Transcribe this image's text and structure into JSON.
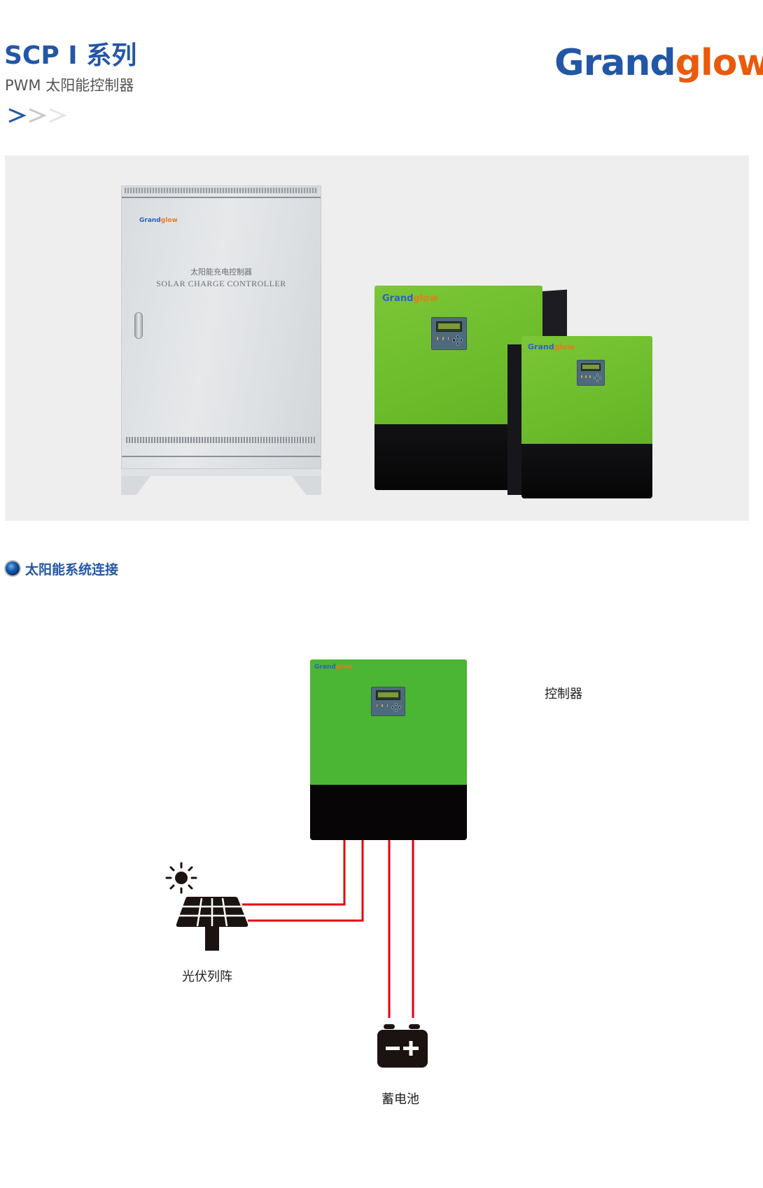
{
  "header": {
    "title": "SCP Ⅰ 系列",
    "subtitle": "PWM 太阳能控制器",
    "arrow_icons": [
      "chevron-right-icon",
      "chevron-right-icon",
      "chevron-right-icon"
    ],
    "arrow_colors": [
      "#2356a6",
      "#c8c8c8",
      "#e6e6e6"
    ]
  },
  "logo": {
    "part1": "Grand",
    "part2": "glow",
    "registered": "®",
    "color1": "#2356a6",
    "color2": "#ea5a0c"
  },
  "product_photo": {
    "cabinet": {
      "brand1": "Grand",
      "brand2": "glow",
      "label_cn": "太阳能充电控制器",
      "label_en": "SOLAR CHARGE CONTROLLER"
    },
    "wall_units": {
      "brand1": "Grand",
      "brand2": "glow"
    },
    "background": "#eeeeee"
  },
  "section": {
    "title": "太阳能系统连接",
    "icon": "bullet-sphere-icon",
    "color": "#2356a6"
  },
  "diagram": {
    "controller": {
      "label": "控制器",
      "brand1": "Grand",
      "brand2": "glow",
      "green": "#4bb534",
      "black": "#070505"
    },
    "pv_array": {
      "label": "光伏列阵",
      "icon": "solar-panel-icon",
      "sun_icon": "sun-icon"
    },
    "battery": {
      "label": "蓄电池",
      "icon": "battery-icon",
      "minus": "−",
      "plus": "+"
    },
    "wire_color": "#e60012"
  }
}
